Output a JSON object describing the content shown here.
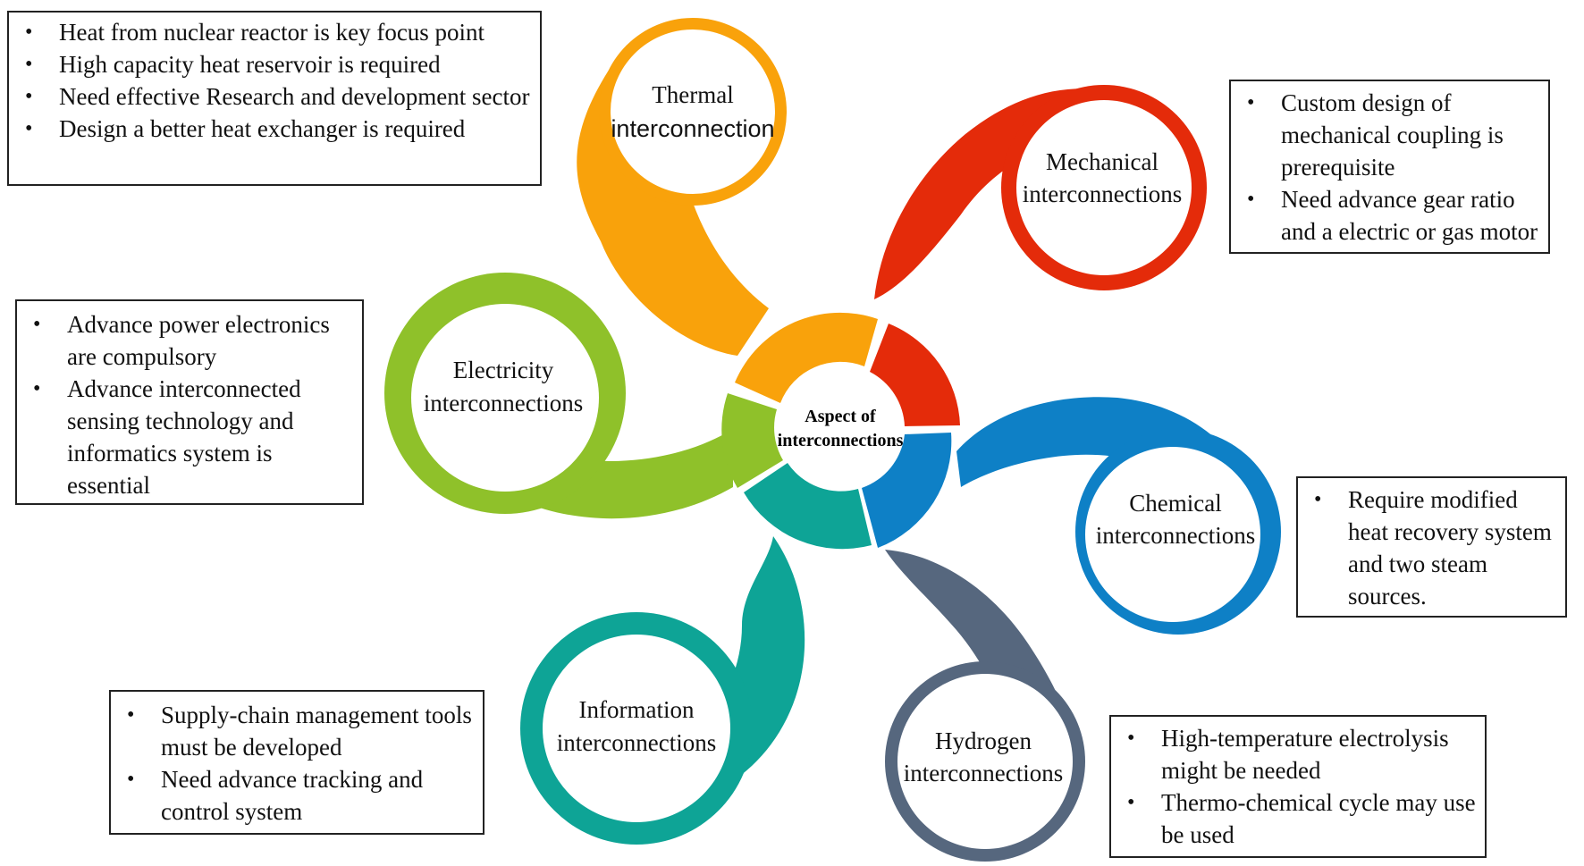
{
  "hub": {
    "line1": "Aspect of",
    "line2": "interconnections"
  },
  "petals": {
    "thermal": {
      "line1": "Thermal",
      "line2": "interconnection",
      "color": "#F9A20B"
    },
    "mechanical": {
      "line1": "Mechanical",
      "line2": "interconnections",
      "color": "#E42B0A"
    },
    "chemical": {
      "line1": "Chemical",
      "line2": "interconnections",
      "color": "#0E80C6"
    },
    "hydrogen": {
      "line1": "Hydrogen",
      "line2": "interconnections",
      "color": "#56677E"
    },
    "information": {
      "line1": "Information",
      "line2": "interconnections",
      "color": "#0EA496"
    },
    "electricity": {
      "line1": "Electricity",
      "line2": "interconnections",
      "color": "#8FC12A"
    }
  },
  "notes": {
    "thermal": [
      "Heat from nuclear reactor is key focus point",
      "High capacity heat reservoir is required",
      "Need effective Research and development sector",
      "Design a better heat exchanger is required"
    ],
    "mechanical": [
      "Custom design of mechanical coupling is prerequisite",
      "Need advance gear ratio and a electric or gas motor"
    ],
    "electricity": [
      "Advance power electronics are compulsory",
      "Advance interconnected sensing technology and informatics system is essential"
    ],
    "chemical": [
      "Require modified heat recovery system and two steam sources."
    ],
    "information": [
      "Supply-chain management tools must be developed",
      "Need advance tracking and control system"
    ],
    "hydrogen": [
      "High-temperature electrolysis might be needed",
      "Thermo-chemical cycle may use be used"
    ]
  }
}
